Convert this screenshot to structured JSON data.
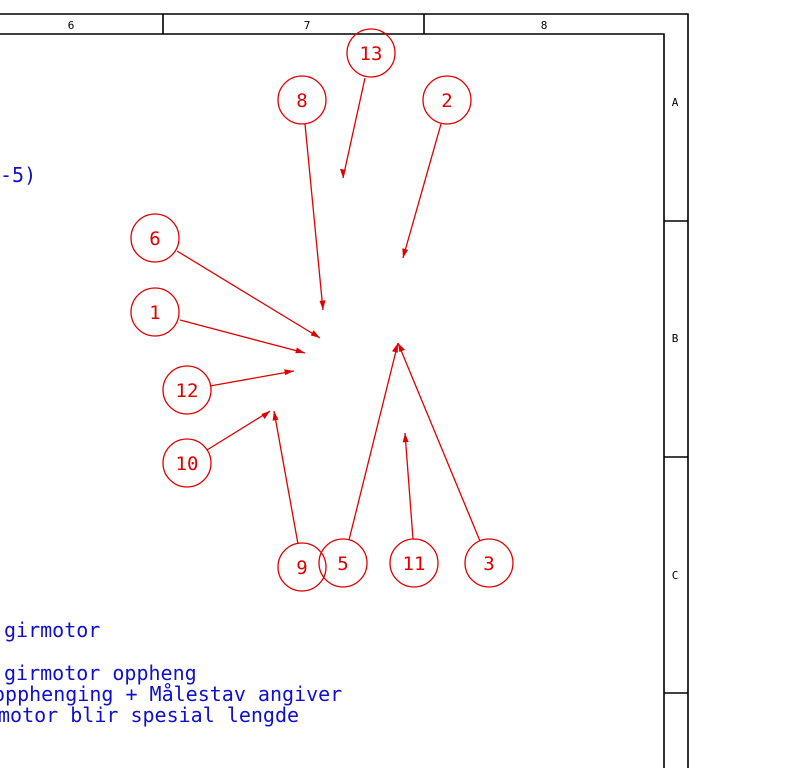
{
  "sheet": {
    "column_labels": [
      "6",
      "7",
      "8"
    ],
    "row_labels": [
      "A",
      "B",
      "C"
    ]
  },
  "balloons": [
    {
      "label": "13"
    },
    {
      "label": "8"
    },
    {
      "label": "2"
    },
    {
      "label": "6"
    },
    {
      "label": "1"
    },
    {
      "label": "12"
    },
    {
      "label": "10"
    },
    {
      "label": "9"
    },
    {
      "label": "5"
    },
    {
      "label": "11"
    },
    {
      "label": "3"
    }
  ],
  "notes": [
    {
      "text": "-5)"
    },
    {
      "text": "girmotor"
    },
    {
      "text": "girmotor oppheng"
    },
    {
      "text": "opphenging + Målestav angiver"
    },
    {
      "text": "motor blir spesial lengde"
    }
  ],
  "colors": {
    "frame": "#000000",
    "balloon": "#e00000",
    "note": "#1010cc"
  }
}
